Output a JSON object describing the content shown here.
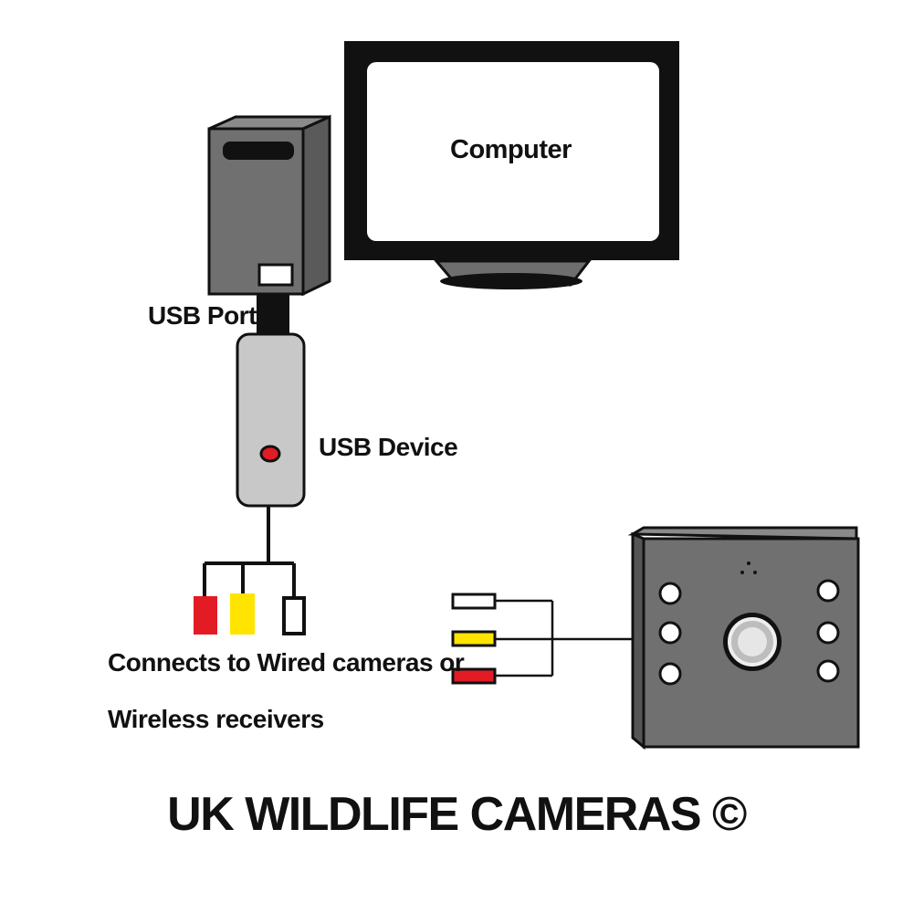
{
  "labels": {
    "computer": "Computer",
    "usb_port": "USB Port",
    "usb_device": "USB Device",
    "connects_line1": "Connects to Wired cameras or",
    "connects_line2": "Wireless receivers",
    "brand": "UK WILDLIFE CAMERAS ©"
  },
  "colors": {
    "outline": "#111111",
    "device_grey": "#707070",
    "usb_device_body": "#c8c8c8",
    "indicator_red": "#e21b24",
    "plug_red": "#e21b24",
    "plug_yellow": "#ffe400",
    "plug_white": "#ffffff"
  },
  "icons": {
    "monitor": "monitor-icon",
    "tower": "computer-tower-icon",
    "usb_stick": "usb-device-icon",
    "rca_plugs": "rca-connector-icon",
    "camera": "camera-board-icon"
  }
}
